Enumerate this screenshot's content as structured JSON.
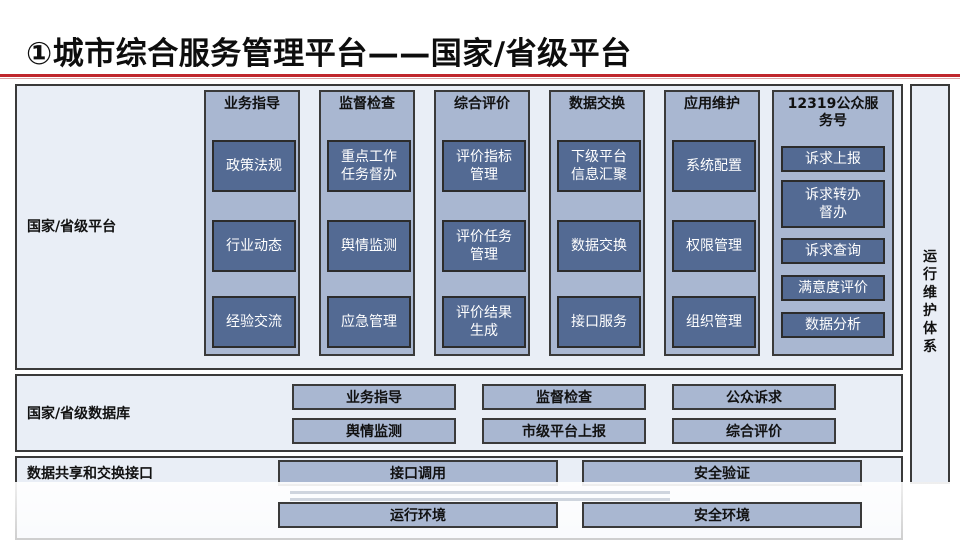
{
  "title": "①城市综合服务管理平台——国家/省级平台",
  "platform": {
    "label": "国家/省级平台",
    "columns": [
      {
        "title": "业务指导",
        "items": [
          "政策法规",
          "行业动态",
          "经验交流"
        ]
      },
      {
        "title": "监督检查",
        "items": [
          "重点工作任务督办",
          "舆情监测",
          "应急管理"
        ]
      },
      {
        "title": "综合评价",
        "items": [
          "评价指标管理",
          "评价任务管理",
          "评价结果生成"
        ]
      },
      {
        "title": "数据交换",
        "items": [
          "下级平台信息汇聚",
          "数据交换",
          "接口服务"
        ]
      },
      {
        "title": "应用维护",
        "items": [
          "系统配置",
          "权限管理",
          "组织管理"
        ]
      }
    ],
    "service": {
      "title": "12319公众服务号",
      "items": [
        "诉求上报",
        "诉求转办督办",
        "诉求查询",
        "满意度评价",
        "数据分析"
      ]
    }
  },
  "side": {
    "label": [
      "运",
      "行",
      "维",
      "护",
      "体",
      "系"
    ]
  },
  "database": {
    "label": "国家/省级数据库",
    "items": [
      "业务指导",
      "监督检查",
      "公众诉求",
      "舆情监测",
      "市级平台上报",
      "综合评价"
    ]
  },
  "exchange": {
    "label": "数据共享和交换接口",
    "items": [
      "接口调用",
      "安全验证"
    ]
  },
  "environment": {
    "items": [
      "运行环境",
      "安全环境"
    ]
  }
}
